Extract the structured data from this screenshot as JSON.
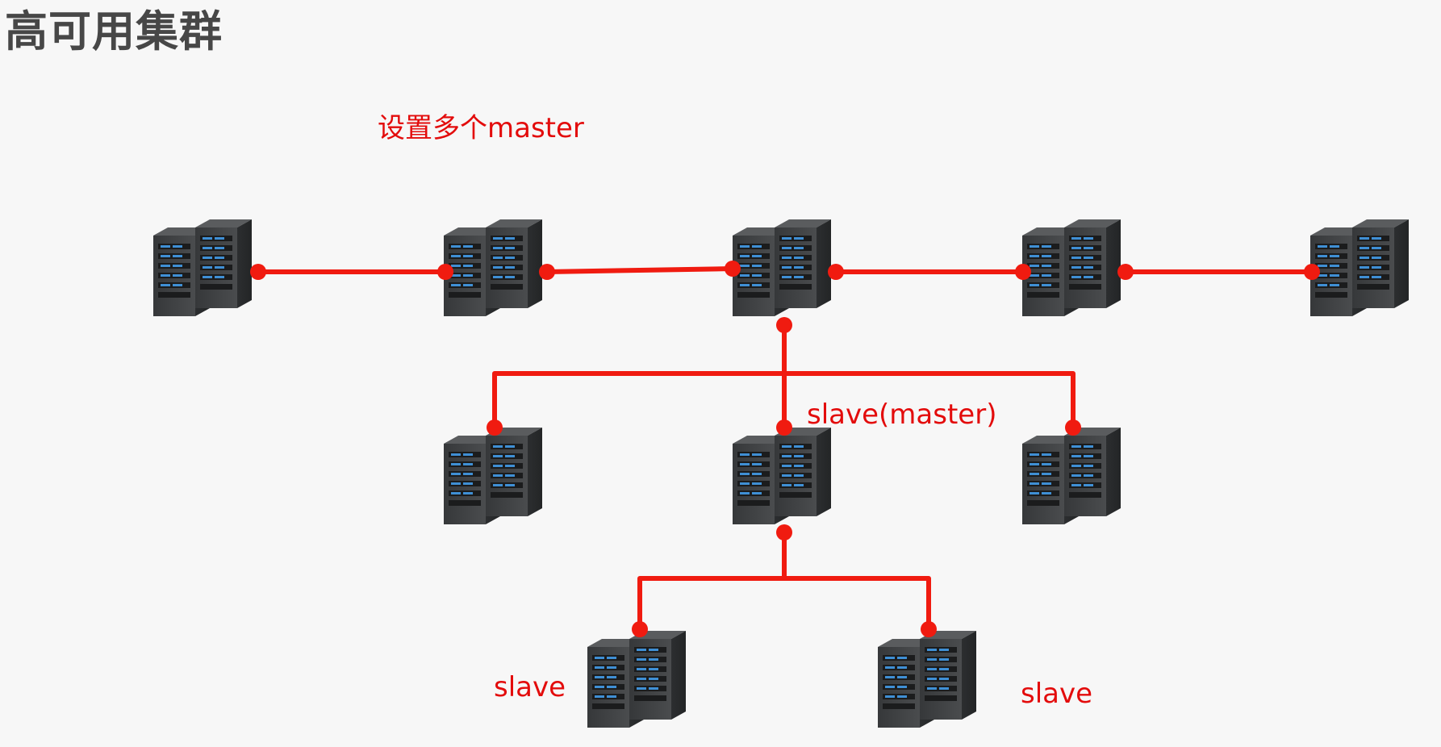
{
  "page_title": "高可用集群",
  "annotations": {
    "masters_note": "设置多个master",
    "slave_master_label": "slave(master)",
    "slave_left_label": "slave",
    "slave_right_label": "slave"
  },
  "colors": {
    "link": "#f01b10",
    "label": "#e30c0c",
    "title": "#474747",
    "server_body": "#3d3f41",
    "server_led": "#3f8fd4"
  },
  "icons": {
    "server": "server-rack-icon"
  }
}
